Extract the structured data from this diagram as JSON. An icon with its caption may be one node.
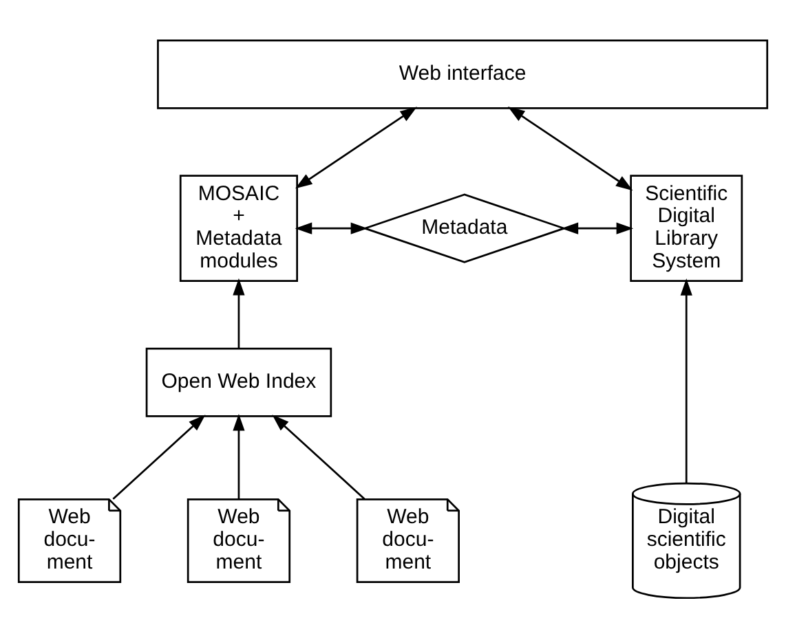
{
  "diagram": {
    "nodes": [
      {
        "text": [
          "Web interface"
        ]
      },
      {
        "text": [
          "MOSAIC + Metadata modules"
        ]
      },
      {
        "text": [
          "Metadata"
        ]
      },
      {
        "text": [
          "Scientific Digital Library System"
        ]
      },
      {
        "text": [
          "Open Web Index"
        ]
      },
      {
        "text": [
          "Web docu- ment"
        ]
      },
      {
        "text": [
          "Web docu- ment"
        ]
      },
      {
        "text": [
          "Web docu- ment"
        ]
      },
      {
        "text": [
          "Digital scientific objects"
        ]
      }
    ],
    "edges": [
      {
        "from": 1,
        "to": 0,
        "arrow": "both"
      },
      {
        "from": 3,
        "to": 0,
        "arrow": "both"
      },
      {
        "from": 1,
        "to": 2,
        "arrow": "both"
      },
      {
        "from": 2,
        "to": 3,
        "arrow": "both"
      },
      {
        "from": 4,
        "to": 1,
        "arrow": "to"
      },
      {
        "from": 5,
        "to": 4,
        "arrow": "to"
      },
      {
        "from": 6,
        "to": 4,
        "arrow": "to"
      },
      {
        "from": 7,
        "to": 4,
        "arrow": "to"
      },
      {
        "from": 8,
        "to": 3,
        "arrow": "to"
      }
    ]
  }
}
